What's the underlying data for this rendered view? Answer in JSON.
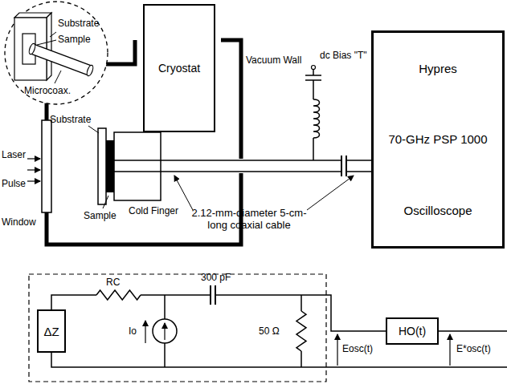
{
  "diagram": {
    "nodes": [
      {
        "text": [
          "Cryostat"
        ]
      },
      {
        "text": [
          "Hypres",
          "70-GHz PSP 1000",
          "Oscilloscope"
        ]
      },
      {
        "text": [
          "ΔZ"
        ]
      },
      {
        "text": [
          "HO(t)"
        ]
      }
    ],
    "labels": [
      "Substrate",
      "Sample",
      "Microcoax.",
      "Vacuum Wall",
      "dc Bias \"T\"",
      "Substrate",
      "Laser",
      "Pulse",
      "Window",
      "Sample",
      "Cold Finger",
      "2.12-mm-diameter 5-cm-long coaxial cable",
      "RC",
      "Io",
      "300 pF",
      "50 Ω",
      "Eosc(t)",
      "E*osc(t)"
    ]
  }
}
